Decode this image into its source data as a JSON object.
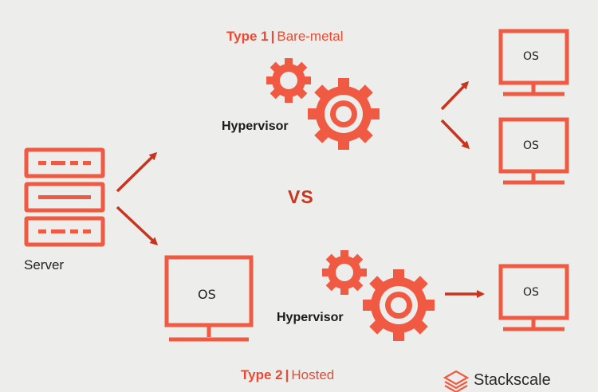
{
  "title_top": {
    "bold": "Type 1",
    "separator": "|",
    "rest": "Bare-metal"
  },
  "title_bottom": {
    "bold": "Type 2",
    "separator": "|",
    "rest": "Hosted"
  },
  "hypervisor_label": "Hypervisor",
  "vs_label": "VS",
  "server_label": "Server",
  "os_label": "OS",
  "brand_name": "Stackscale",
  "colors": {
    "accent": "#f15a42",
    "accent_dark": "#c8341d",
    "background": "#ededeb",
    "text": "#1a1a1a"
  }
}
